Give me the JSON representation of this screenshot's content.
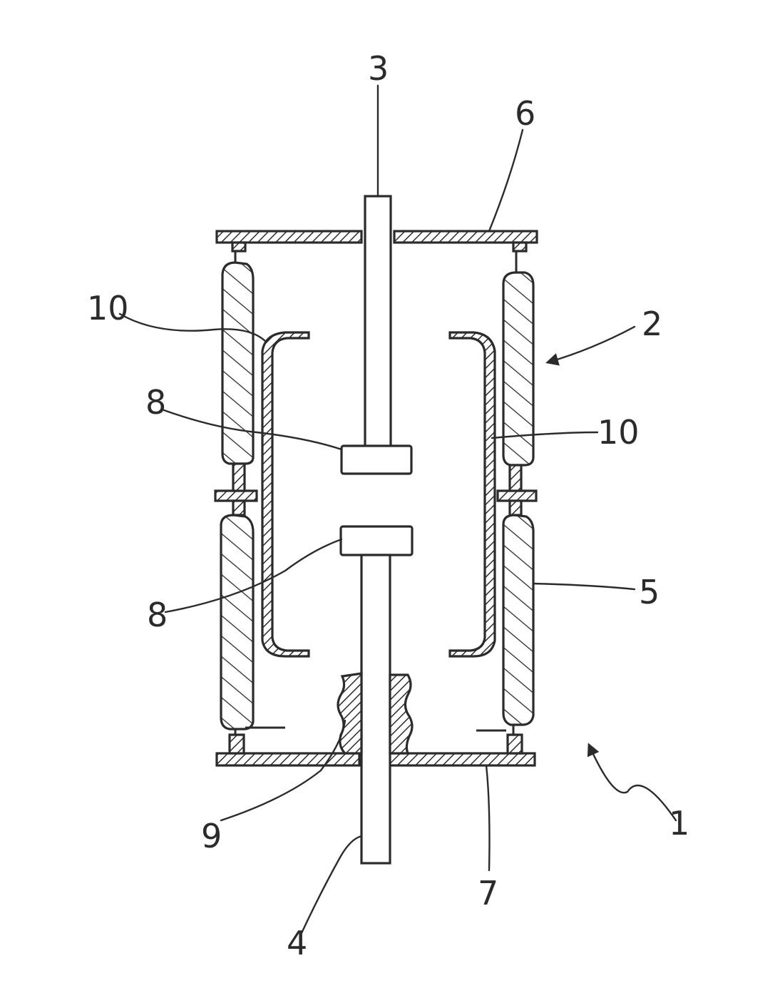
{
  "labels": {
    "vacuum_interrupter": "1",
    "vacuum_vessel": "2",
    "fixed_conductor": "3",
    "movable_conductor": "4",
    "insulating_cylinder": "5",
    "fixed_end_plate": "6",
    "movable_end_plate": "7",
    "electrode_upper": "8",
    "electrode_lower": "8",
    "bellows": "9",
    "arc_shield_left": "10",
    "arc_shield_right": "10"
  }
}
